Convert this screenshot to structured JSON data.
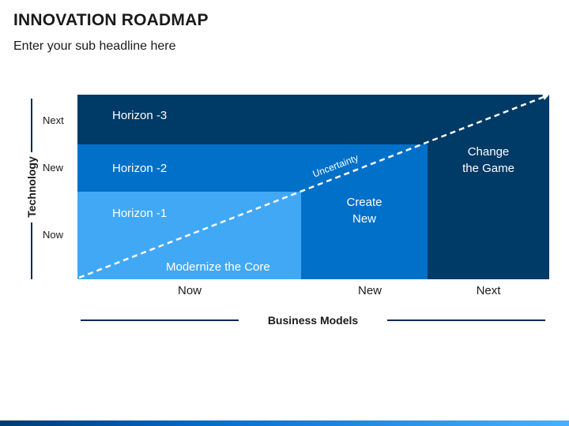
{
  "header": {
    "title": "INNOVATION ROADMAP",
    "subtitle": "Enter your sub headline here"
  },
  "y_axis": {
    "label": "Technology",
    "ticks": [
      "Next",
      "New",
      "Now"
    ]
  },
  "x_axis": {
    "label": "Business Models",
    "ticks": [
      "Now",
      "New",
      "Next"
    ]
  },
  "horizons": {
    "h3": "Horizon -3",
    "h2": "Horizon -2",
    "h1": "Horizon -1"
  },
  "regions": {
    "modernize": "Modernize the Core",
    "create_line1": "Create",
    "create_line2": "New",
    "change_line1": "Change",
    "change_line2": "the Game"
  },
  "diagonal_label": "Uncertainty",
  "colors": {
    "navy": "#003a66",
    "mid_blue": "#0070c9",
    "light_blue": "#41a8f5",
    "axis": "#002b55"
  }
}
